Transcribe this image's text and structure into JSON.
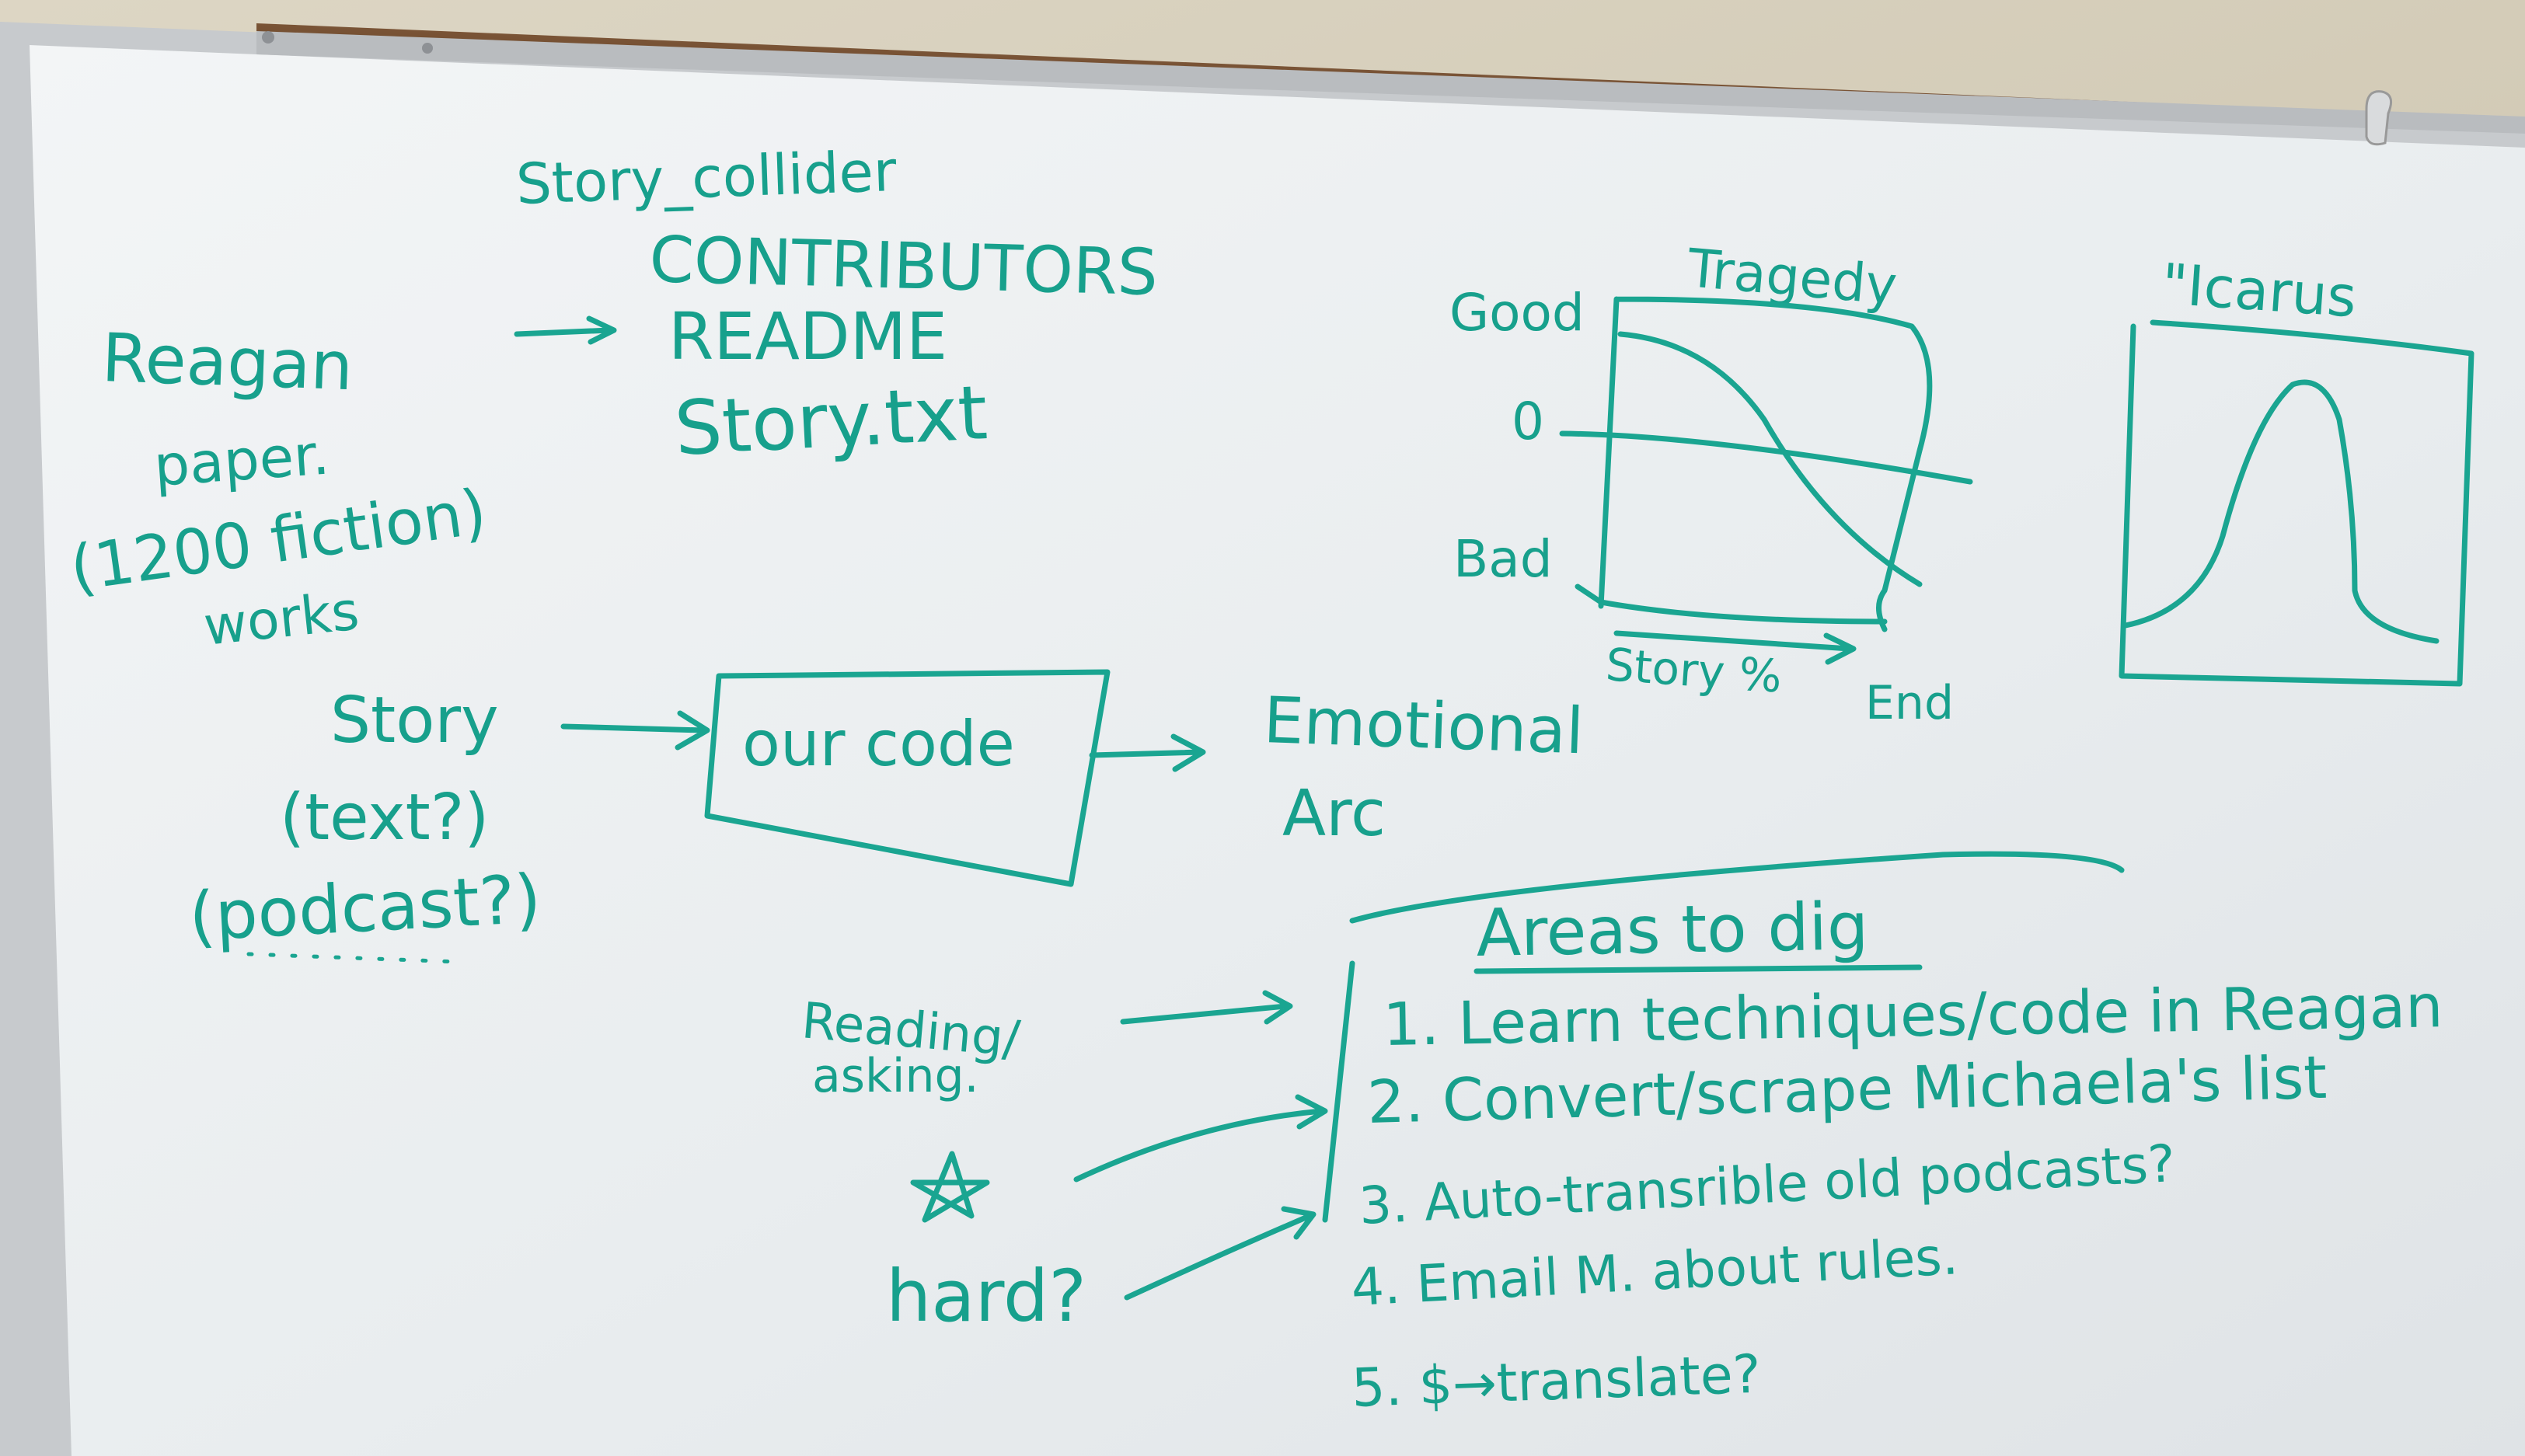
{
  "colors": {
    "ink": "#17a08c",
    "board": "#eef1f2",
    "frame": "#c9ccd0",
    "ledge": "#6b4a2e"
  },
  "repo": {
    "name": "Story_collider",
    "files": [
      "CONTRIBUTORS",
      "README",
      "Story.txt"
    ]
  },
  "reagan": {
    "line1": "Reagan",
    "line2": "paper.",
    "line3": "(1200 fiction)",
    "line4": "works"
  },
  "flow": {
    "input_lines": [
      "Story",
      "(text?)",
      "(podcast?)"
    ],
    "box_label": "our code",
    "output_lines": [
      "Emotional",
      "Arc"
    ]
  },
  "tragedy_plot": {
    "title": "Tragedy",
    "y_labels": [
      "Good",
      "0",
      "Bad"
    ],
    "x_label": "Story %",
    "x_end_label": "End"
  },
  "icarus_plot": {
    "title": "\"Icarus"
  },
  "side_notes": {
    "reading": [
      "Reading/",
      "asking."
    ],
    "hard": "hard?"
  },
  "areas": {
    "heading": "Areas to dig",
    "items": [
      "1. Learn techniques/code in Reagan",
      "2. Convert/scrape Michaela's list",
      "3. Auto-transrible old podcasts?",
      "4. Email M. about rules.",
      "5. $→translate?"
    ]
  }
}
